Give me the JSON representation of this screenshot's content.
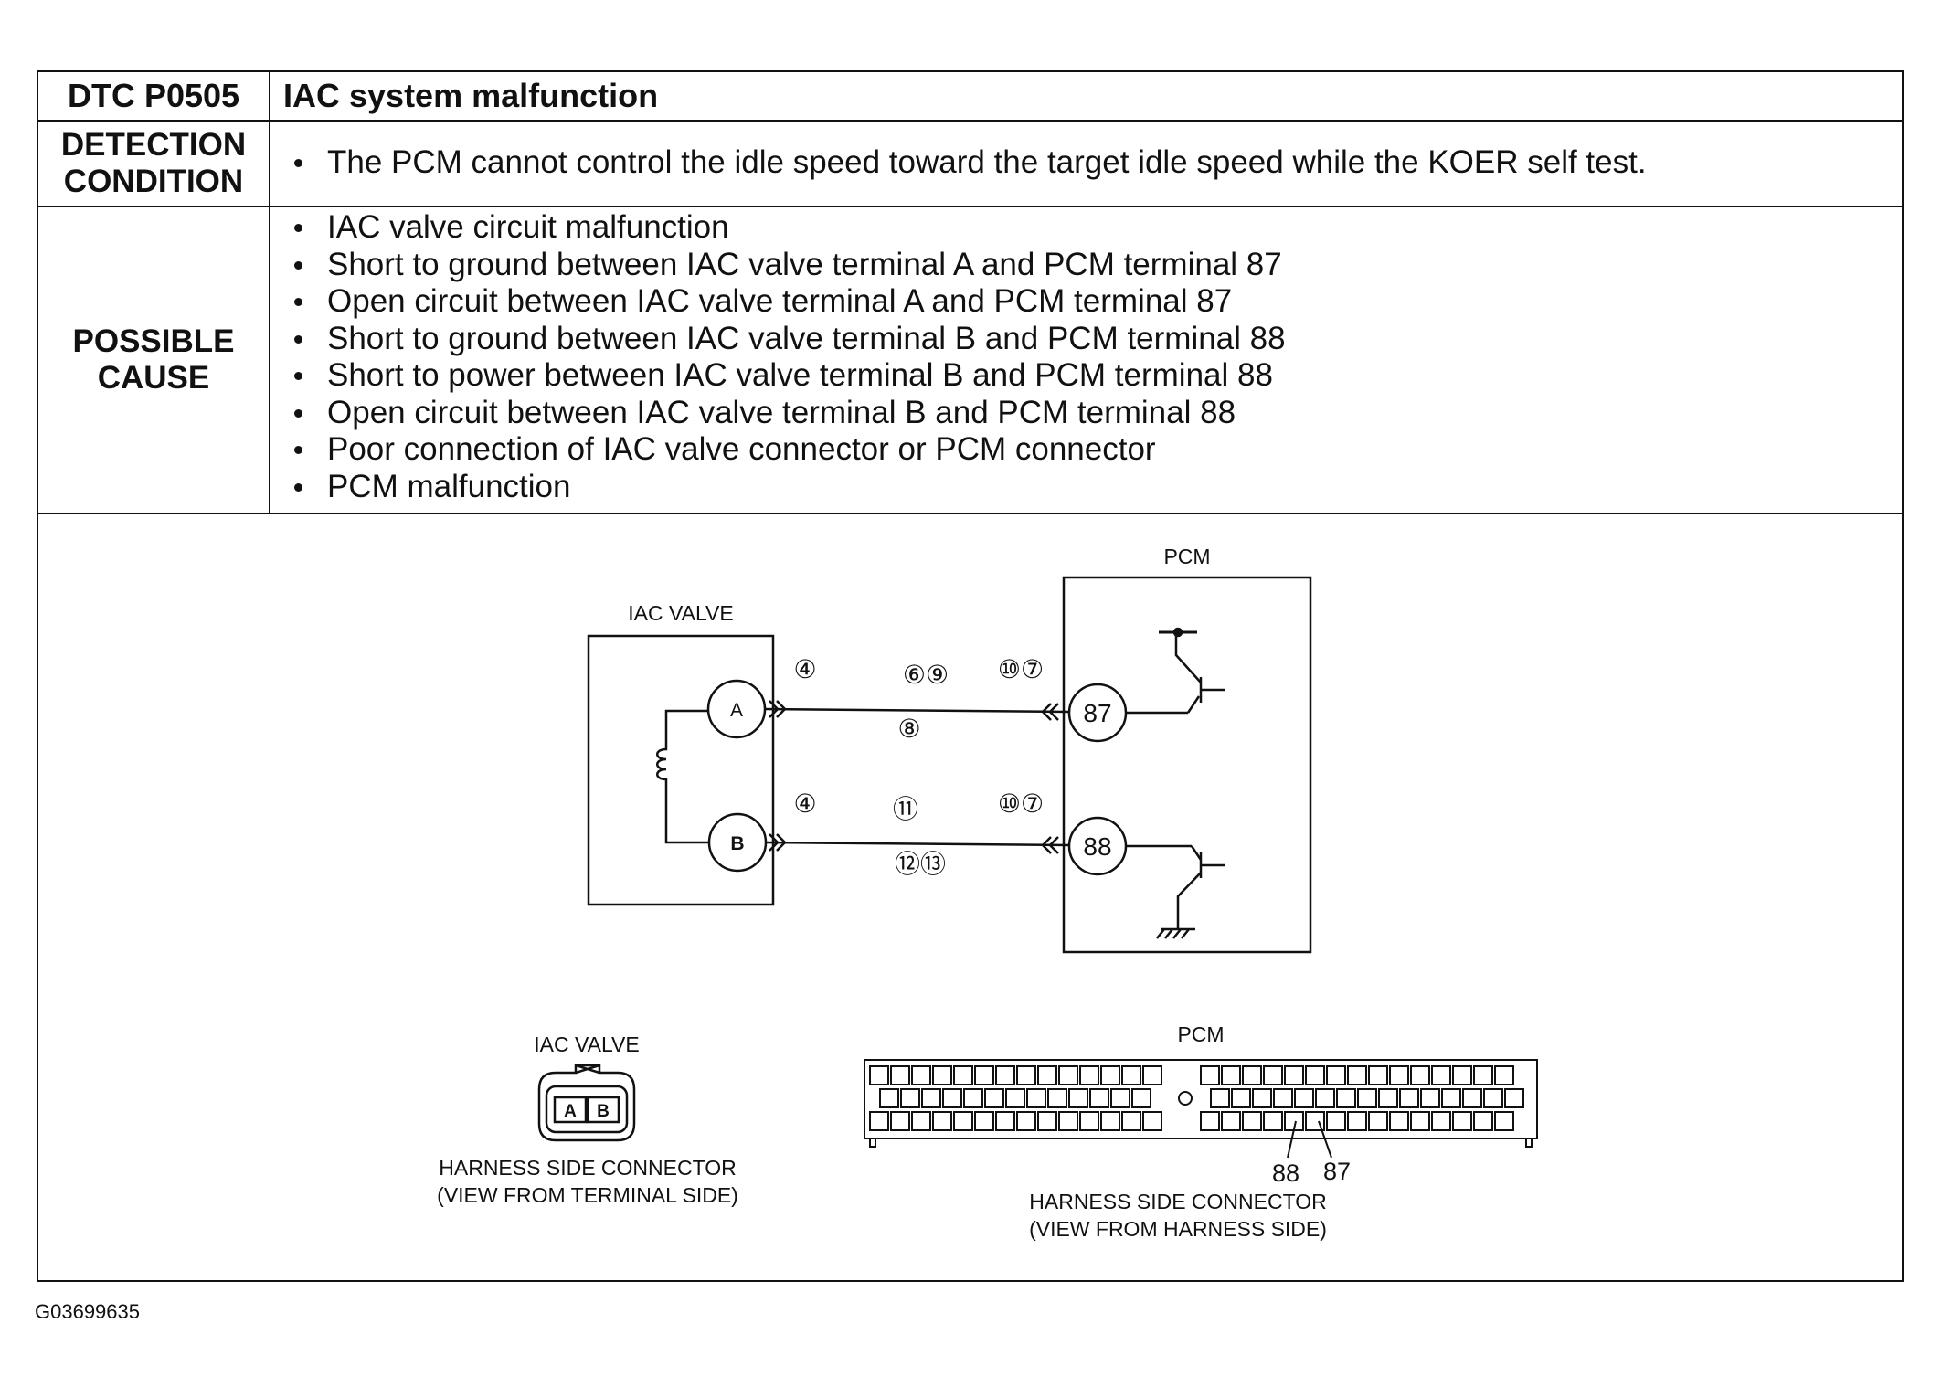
{
  "header": {
    "code": "DTC P0505",
    "title": "IAC system malfunction"
  },
  "detection_condition": {
    "label_line1": "DETECTION",
    "label_line2": "CONDITION",
    "items": [
      "The PCM cannot control the idle speed toward the target idle speed while the KOER self test."
    ]
  },
  "possible_cause": {
    "label_line1": "POSSIBLE",
    "label_line2": "CAUSE",
    "items": [
      "IAC valve circuit malfunction",
      "Short to ground between IAC valve terminal A and PCM terminal 87",
      "Open circuit between IAC valve terminal A and PCM terminal 87",
      "Short to ground between IAC valve terminal B and PCM terminal 88",
      "Short to power between IAC valve terminal B and PCM terminal 88",
      "Open circuit between IAC valve terminal B and PCM terminal 88",
      "Poor connection of IAC valve connector or PCM connector",
      "PCM malfunction"
    ]
  },
  "wiring_diagram": {
    "iac_valve_label": "IAC VALVE",
    "pcm_label": "PCM",
    "terminal_a": "A",
    "terminal_b": "B",
    "terminal_87": "87",
    "terminal_88": "88",
    "line_a_refs": {
      "left": "④",
      "mid_top": "⑥⑨",
      "mid_bottom": "⑧",
      "right": "⑩⑦"
    },
    "line_b_refs": {
      "left": "④",
      "mid_top": "⑪",
      "mid_bottom": "⑫⑬",
      "right": "⑩⑦"
    }
  },
  "connectors": {
    "iac_title": "IAC VALVE",
    "iac_pin_a": "A",
    "iac_pin_b": "B",
    "iac_caption_line1": "HARNESS SIDE CONNECTOR",
    "iac_caption_line2": "(VIEW FROM TERMINAL SIDE)",
    "pcm_title": "PCM",
    "pcm_pin_88": "88",
    "pcm_pin_87": "87",
    "pcm_caption_line1": "HARNESS SIDE CONNECTOR",
    "pcm_caption_line2": "(VIEW FROM HARNESS SIDE)"
  },
  "figure_id": "G03699635"
}
